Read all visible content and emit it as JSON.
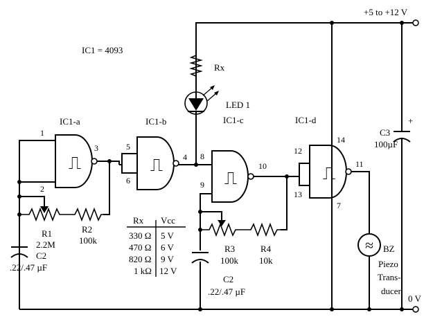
{
  "ic_label": "IC1 = 4093",
  "supply": {
    "vplus": "+5 to +12 V",
    "ground": "0 V"
  },
  "gates": {
    "a": {
      "name": "IC1-a",
      "in1": "1",
      "in2": "2",
      "out": "3"
    },
    "b": {
      "name": "IC1-b",
      "in1": "5",
      "in2": "6",
      "out": "4"
    },
    "c": {
      "name": "IC1-c",
      "in1": "8",
      "in2": "9",
      "out": "10"
    },
    "d": {
      "name": "IC1-d",
      "in1": "12",
      "in2": "13",
      "out": "11",
      "vdd": "14",
      "gnd": "7"
    }
  },
  "components": {
    "rx": "Rx",
    "led": "LED 1",
    "r1": {
      "name": "R1",
      "value": "2.2M"
    },
    "r2": {
      "name": "R2",
      "value": "100k"
    },
    "c2_left": {
      "name": "C2",
      "value": ".22/.47 µF"
    },
    "r3": {
      "name": "R3",
      "value": "100k"
    },
    "r4": {
      "name": "R4",
      "value": "10k"
    },
    "c2_mid": {
      "name": "C2",
      "value": ".22/.47 µF"
    },
    "c3": {
      "name": "C3",
      "value": "100µF",
      "polarity": "+"
    },
    "bz": {
      "name": "BZ",
      "line1": "Piezo",
      "line2": "Trans-",
      "line3": "ducer"
    }
  },
  "rx_table": {
    "headers": [
      "Rx",
      "Vcc"
    ],
    "rows": [
      [
        "330 Ω",
        "5 V"
      ],
      [
        "470 Ω",
        "6 V"
      ],
      [
        "820 Ω",
        "9 V"
      ],
      [
        "1 kΩ",
        "12 V"
      ]
    ]
  },
  "symbols": {
    "schmitt": "⎍",
    "buzzer": "≈"
  }
}
